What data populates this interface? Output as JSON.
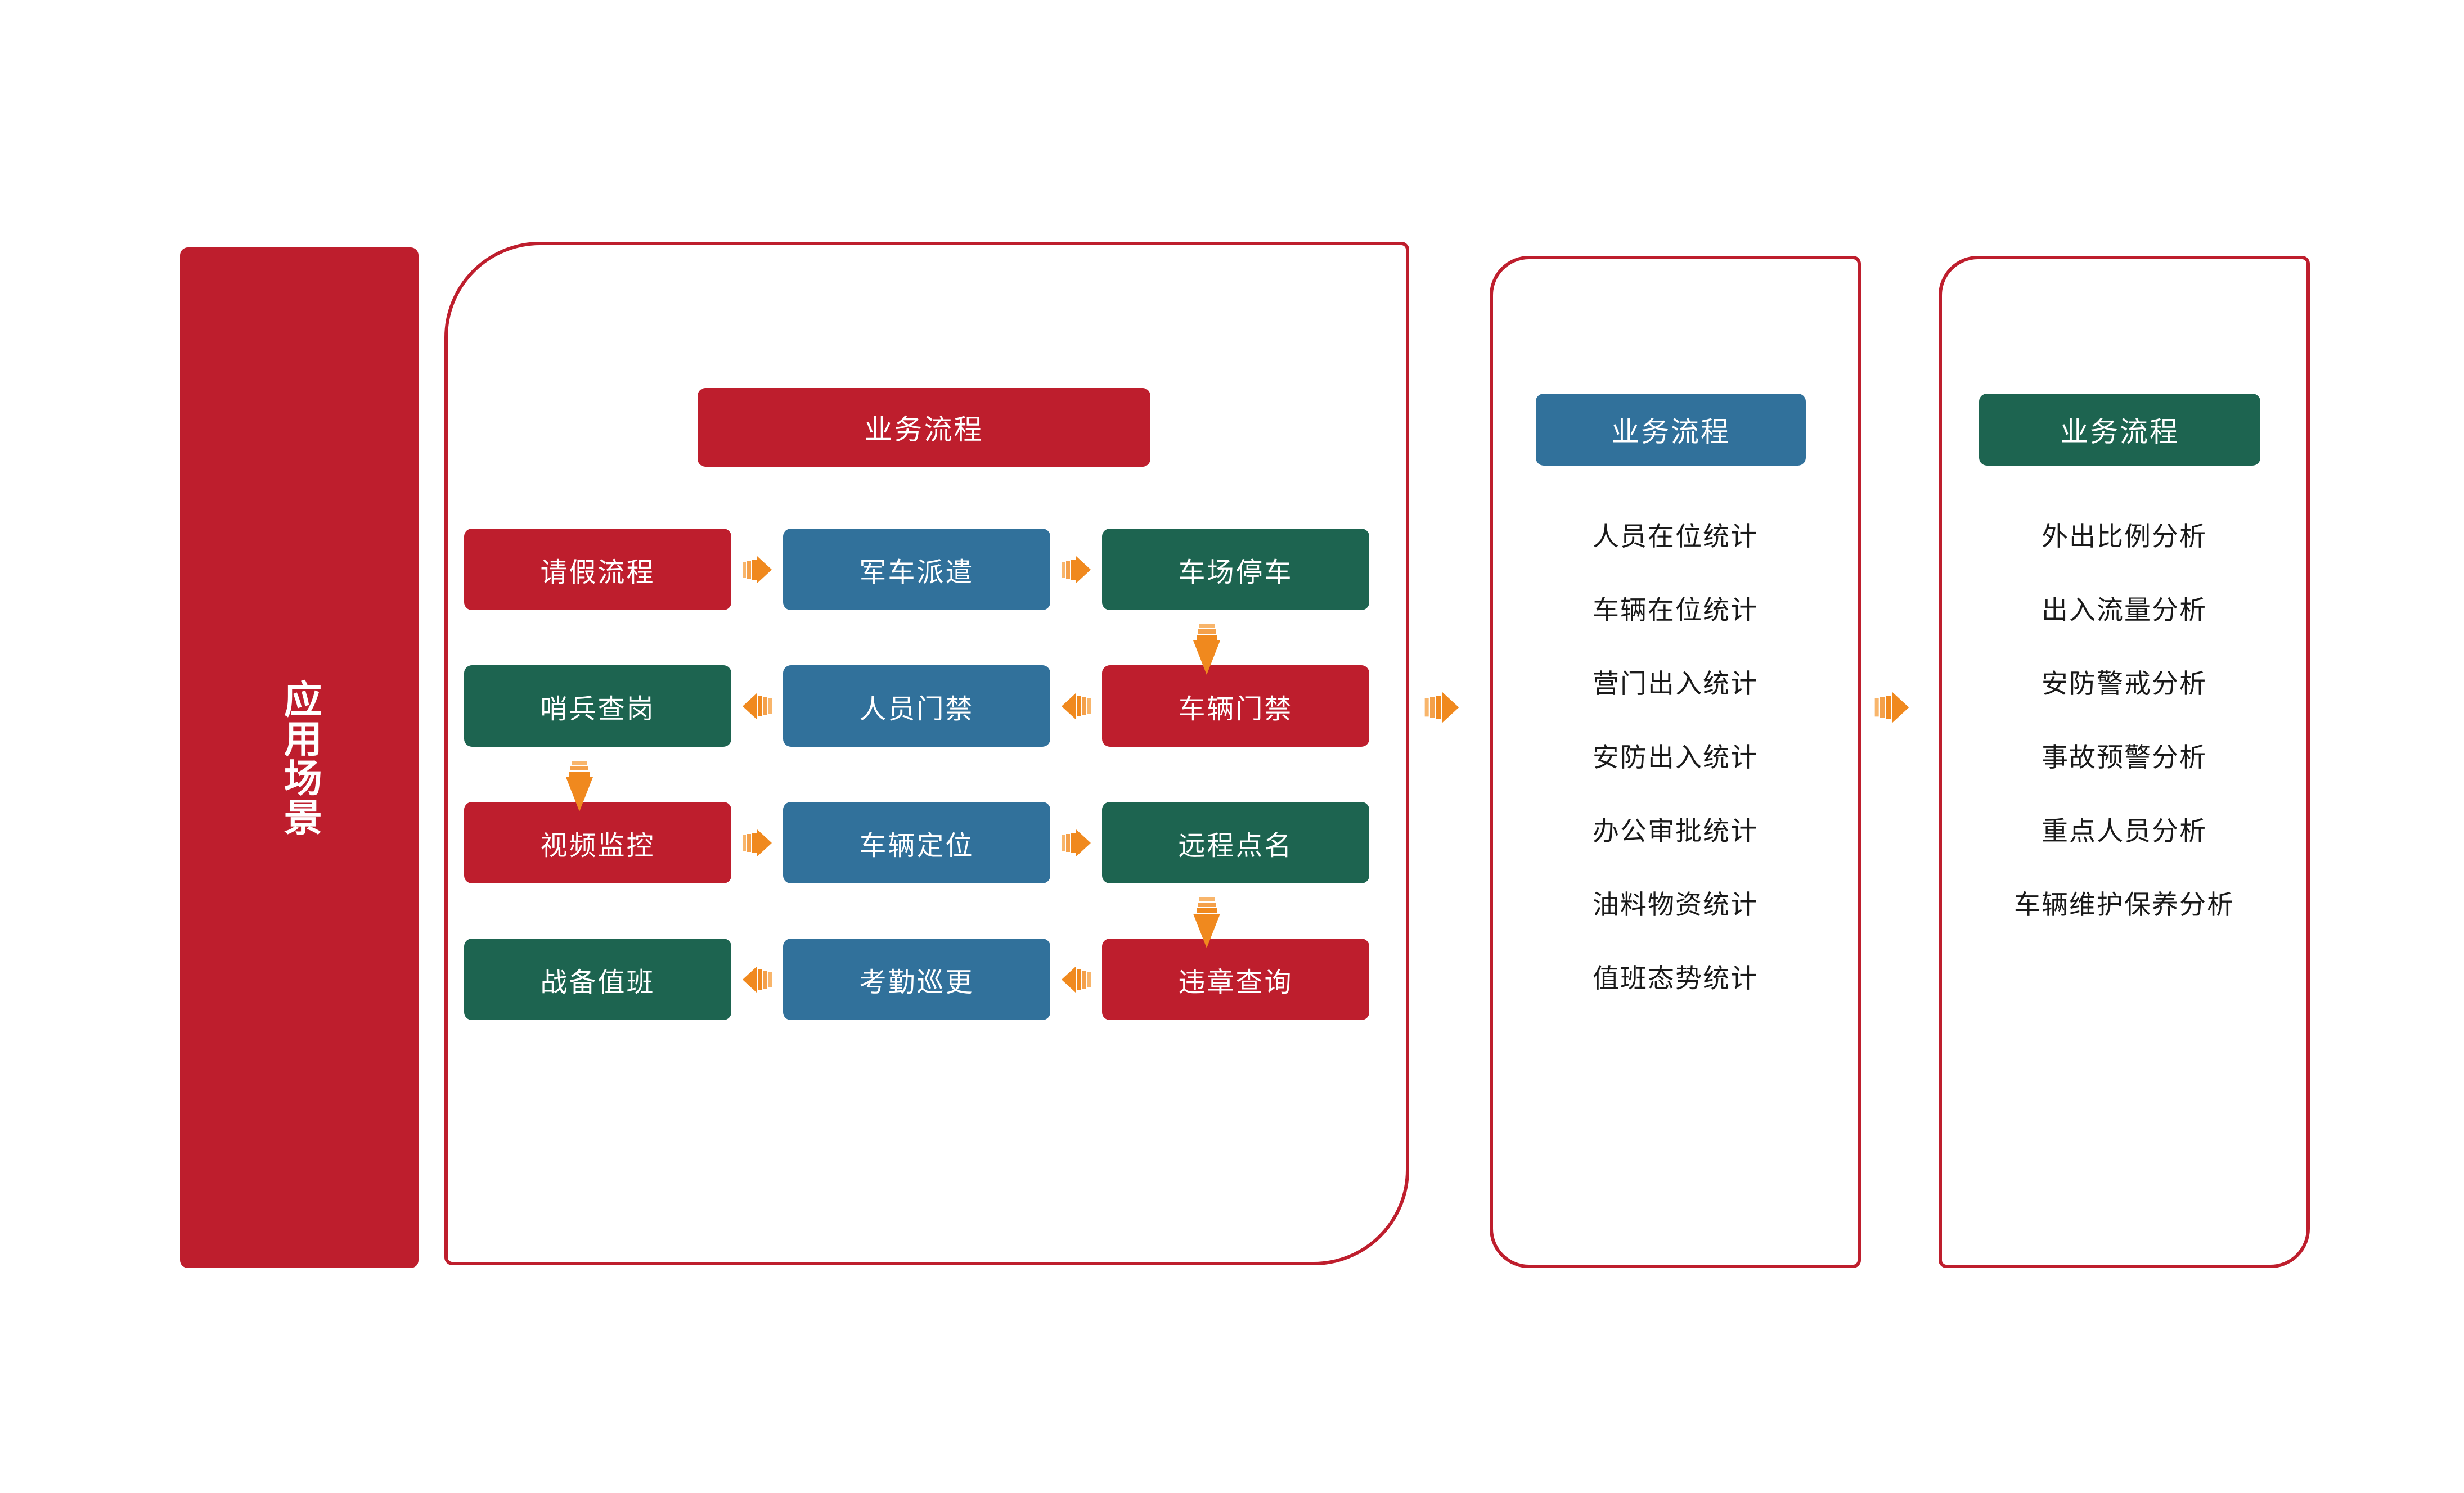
{
  "colors": {
    "red": "#BE1E2D",
    "blue": "#31719B",
    "green": "#1D6450",
    "orange": "#F0891E",
    "text_dark": "#1a1a1a",
    "white": "#ffffff"
  },
  "left_banner": {
    "label": "应用场景"
  },
  "flow_panel": {
    "header": "业务流程",
    "rows": [
      {
        "direction": "right",
        "cells": [
          {
            "label": "请假流程",
            "color": "red"
          },
          {
            "label": "军车派遣",
            "color": "blue"
          },
          {
            "label": "车场停车",
            "color": "green"
          }
        ]
      },
      {
        "direction": "left",
        "cells": [
          {
            "label": "哨兵查岗",
            "color": "green"
          },
          {
            "label": "人员门禁",
            "color": "blue"
          },
          {
            "label": "车辆门禁",
            "color": "red"
          }
        ]
      },
      {
        "direction": "right",
        "cells": [
          {
            "label": "视频监控",
            "color": "red"
          },
          {
            "label": "车辆定位",
            "color": "blue"
          },
          {
            "label": "远程点名",
            "color": "green"
          }
        ]
      },
      {
        "direction": "left",
        "cells": [
          {
            "label": "战备值班",
            "color": "green"
          },
          {
            "label": "考勤巡更",
            "color": "blue"
          },
          {
            "label": "违章查询",
            "color": "red"
          }
        ]
      }
    ]
  },
  "stats_panel": {
    "header": "业务流程",
    "items": [
      "人员在位统计",
      "车辆在位统计",
      "营门出入统计",
      "安防出入统计",
      "办公审批统计",
      "油料物资统计",
      "值班态势统计"
    ]
  },
  "analysis_panel": {
    "header": "业务流程",
    "items": [
      "外出比例分析",
      "出入流量分析",
      "安防警戒分析",
      "事故预警分析",
      "重点人员分析",
      "车辆维护保养分析"
    ]
  },
  "icons": {
    "arrow_right": "arrow-right-icon",
    "arrow_left": "arrow-left-icon",
    "arrow_down": "arrow-down-icon"
  }
}
